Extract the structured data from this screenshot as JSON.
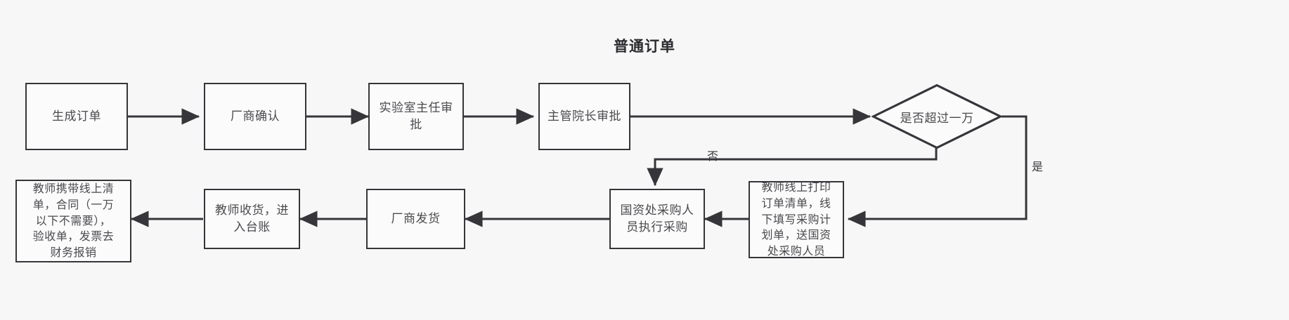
{
  "diagram": {
    "title": "普通订单",
    "background_color": "#f7f7f7",
    "stroke_color": "#36363a",
    "text_color": "#4a4a4f",
    "nodes": [
      {
        "id": "n1",
        "shape": "rect",
        "label": "生成订单"
      },
      {
        "id": "n2",
        "shape": "rect",
        "label": "厂商确认"
      },
      {
        "id": "n3",
        "shape": "rect",
        "label": "实验室主任审\n批"
      },
      {
        "id": "n4",
        "shape": "rect",
        "label": "主管院长审批"
      },
      {
        "id": "n5",
        "shape": "diamond",
        "label": "是否超过一万"
      },
      {
        "id": "n6",
        "shape": "rect",
        "label": "教师线上打印\n订单清单，线\n下填写采购计\n划单，送国资\n处采购人员"
      },
      {
        "id": "n7",
        "shape": "rect",
        "label": "国资处采购人\n员执行采购"
      },
      {
        "id": "n8",
        "shape": "rect",
        "label": "厂商发货"
      },
      {
        "id": "n9",
        "shape": "rect",
        "label": "教师收货，进\n入台账"
      },
      {
        "id": "n10",
        "shape": "rect",
        "label": "教师携带线上清\n单，合同（一万\n以下不需要），\n验收单，发票去\n财务报销"
      }
    ],
    "edge_labels": {
      "no": "否",
      "yes": "是"
    }
  }
}
